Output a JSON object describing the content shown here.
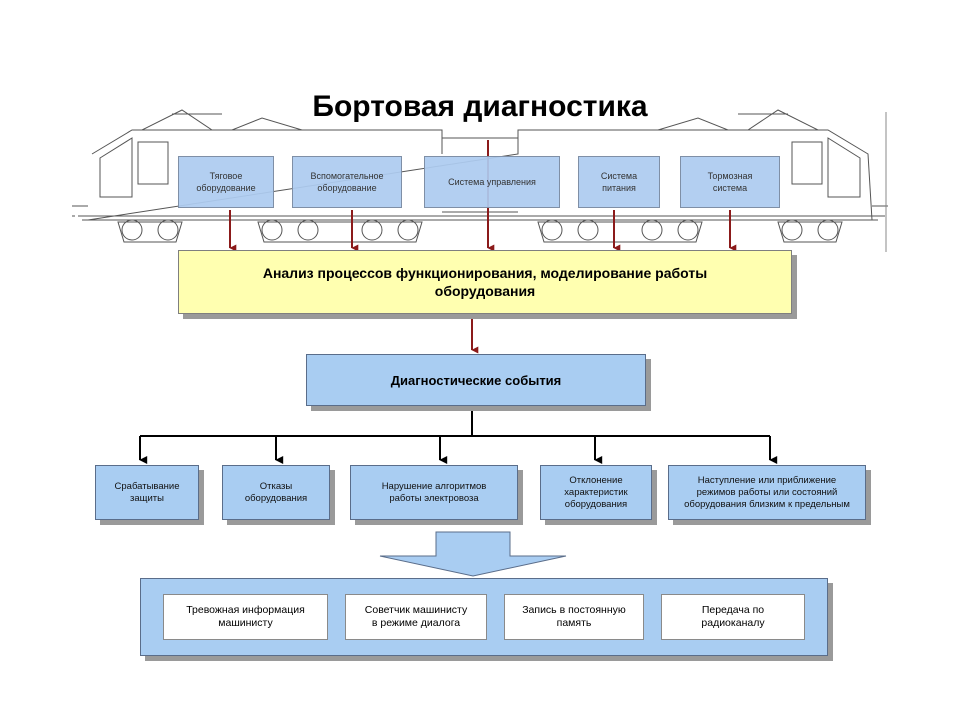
{
  "title": "Бортовая диагностика",
  "sources": [
    "Тяговое\nоборудование",
    "Вспомогательное\nоборудование",
    "Система управления",
    "Система\nпитания",
    "Тормозная\nсистема"
  ],
  "analysis": "Анализ процессов функционирования, моделирование работы оборудования",
  "events_title": "Диагностические события",
  "events": [
    "Срабатывание\nзащиты",
    "Отказы\nоборудования",
    "Нарушение алгоритмов\nработы электровоза",
    "Отклонение\nхарактеристик\nоборудования",
    "Наступление или приближение режимов работы или состояний оборудования близким к предельным"
  ],
  "outputs": [
    "Тревожная информация\nмашинисту",
    "Советчик машинисту\nв режиме диалога",
    "Запись в постоянную\nпамять",
    "Передача по\nрадиоканалу"
  ],
  "colors": {
    "arrow_red": "#8b1a1a",
    "box_blue": "#a9cdf2",
    "box_yellow": "#ffffb0",
    "outline": "#000000"
  }
}
